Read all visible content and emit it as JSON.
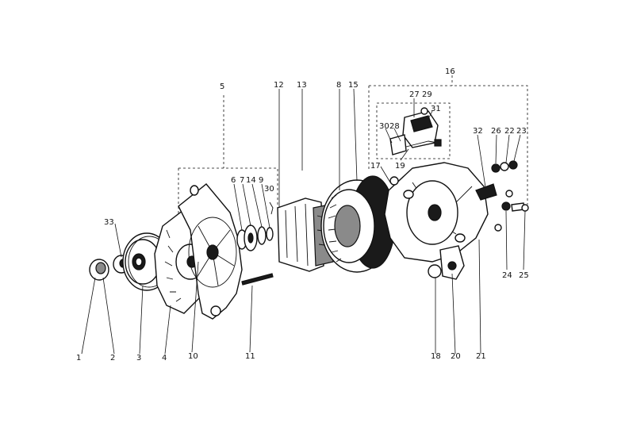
{
  "callouts": [
    {
      "label": "1",
      "key": "1"
    },
    {
      "label": "2",
      "key": "2"
    },
    {
      "label": "3",
      "key": "3"
    },
    {
      "label": "4",
      "key": "4"
    },
    {
      "label": "5",
      "key": "5"
    },
    {
      "label": "6",
      "key": "6"
    },
    {
      "label": "7",
      "key": "7"
    },
    {
      "label": "14",
      "key": "14"
    },
    {
      "label": "9",
      "key": "9"
    },
    {
      "label": "30",
      "key": "30a"
    },
    {
      "label": "10",
      "key": "10"
    },
    {
      "label": "11",
      "key": "11"
    },
    {
      "label": "12",
      "key": "12"
    },
    {
      "label": "13",
      "key": "13"
    },
    {
      "label": "8",
      "key": "8"
    },
    {
      "label": "15",
      "key": "15"
    },
    {
      "label": "16",
      "key": "16"
    },
    {
      "label": "17",
      "key": "17"
    },
    {
      "label": "27",
      "key": "27"
    },
    {
      "label": "29",
      "key": "29"
    },
    {
      "label": "31",
      "key": "31"
    },
    {
      "label": "30",
      "key": "30b"
    },
    {
      "label": "28",
      "key": "28"
    },
    {
      "label": "19",
      "key": "19"
    },
    {
      "label": "32",
      "key": "32"
    },
    {
      "label": "26",
      "key": "26"
    },
    {
      "label": "22",
      "key": "22"
    },
    {
      "label": "23",
      "key": "23"
    },
    {
      "label": "33",
      "key": "33"
    },
    {
      "label": "18",
      "key": "18"
    },
    {
      "label": "20",
      "key": "20"
    },
    {
      "label": "21",
      "key": "21"
    },
    {
      "label": "24",
      "key": "24"
    },
    {
      "label": "25",
      "key": "25"
    }
  ]
}
